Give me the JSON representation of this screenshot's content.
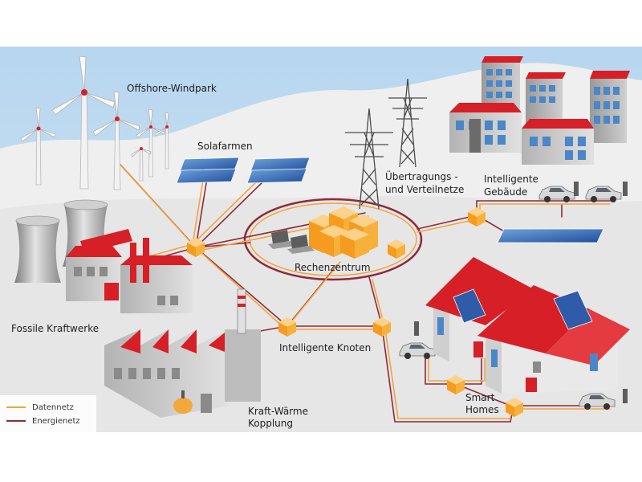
{
  "labels": {
    "offshore_windpark": "Offshore-Windpark",
    "solafarmen": "Solafarmen",
    "uebertragungs_line1": "Übertragungs -",
    "uebertragungs_line2": "und Verteilnetze",
    "intelligente_gebaeude_line1": "Intelligente",
    "intelligente_gebaeude_line2": "Gebäude",
    "rechenzentrum": "Rechenzentrum",
    "fossile_kraftwerke": "Fossile Kraftwerke",
    "intelligente_knoten": "Intelligente Knoten",
    "smart_homes_line1": "Smart",
    "smart_homes_line2": "Homes",
    "kwk_line1": "Kraft-Wärme",
    "kwk_line2": "Kopplung"
  },
  "legend": {
    "datennetz": "Datennetz",
    "energienetz": "Energienetz"
  },
  "colors": {
    "data_net": "#f3a43a",
    "energy_net": "#8c2b3e",
    "accent_red": "#d61f26",
    "node_orange": "#f7b03a",
    "solar_blue": "#2f5ba8",
    "building_blue": "#4a86c8"
  },
  "icons": [
    "wind-turbine-icon",
    "solar-panel-icon",
    "pylon-icon",
    "office-building-icon",
    "car-icon",
    "cooling-tower-icon",
    "factory-icon",
    "server-icon",
    "laptop-icon",
    "house-icon",
    "node-cube-icon"
  ]
}
